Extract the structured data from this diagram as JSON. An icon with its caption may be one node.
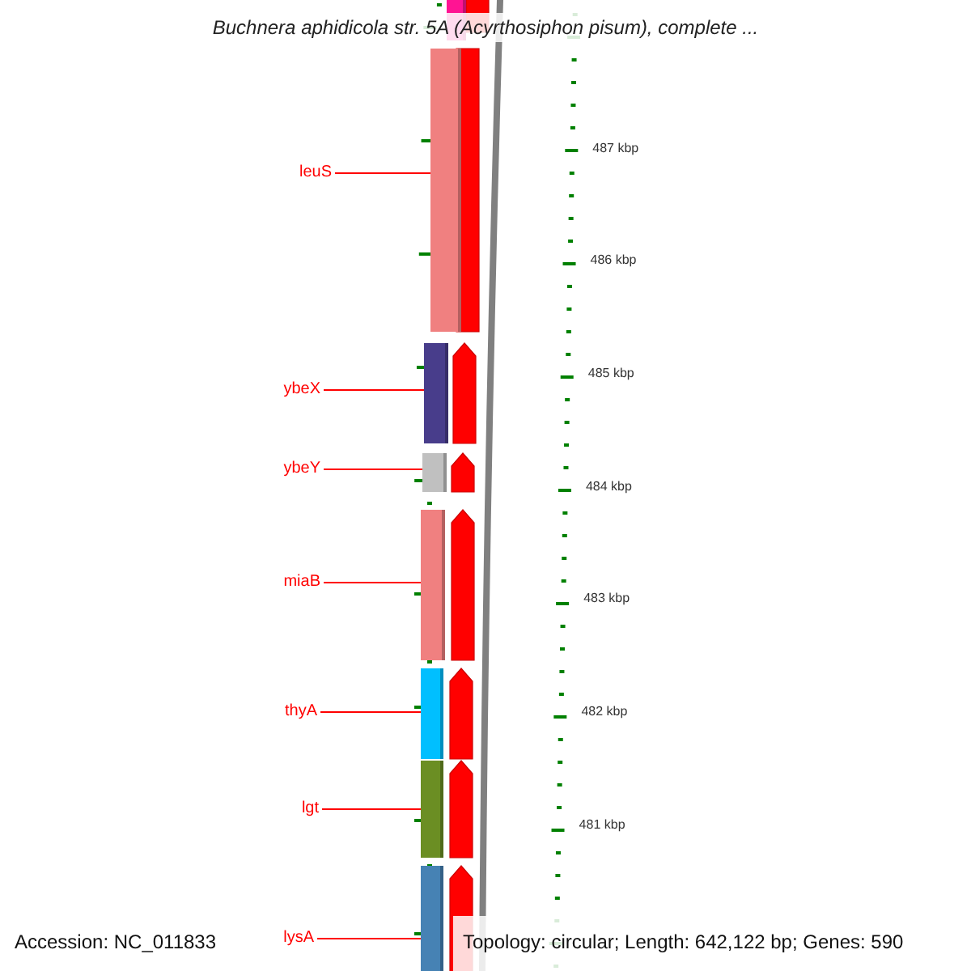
{
  "diagram": {
    "title": "Buchnera aphidicola str. 5A (Acyrthosiphon pisum), complete ...",
    "nodes": [
      {
        "text": [
          "leuS"
        ]
      },
      {
        "text": [
          "ybeX"
        ]
      },
      {
        "text": [
          "ybeY"
        ]
      },
      {
        "text": [
          "miaB"
        ]
      },
      {
        "text": [
          "thyA"
        ]
      },
      {
        "text": [
          "lgt"
        ]
      },
      {
        "text": [
          "lysA"
        ]
      },
      {
        "text": [],
        "shape": "bar"
      },
      {
        "text": [],
        "shape": "bar"
      },
      {
        "text": [],
        "shape": "bar"
      },
      {
        "text": [],
        "shape": "bar"
      },
      {
        "text": [],
        "shape": "bar"
      },
      {
        "text": [],
        "shape": "bar"
      },
      {
        "text": [],
        "shape": "bar"
      },
      {
        "text": [],
        "shape": "bar"
      }
    ],
    "edges": [
      {
        "from": 0,
        "to": 8,
        "arrow": "none"
      },
      {
        "from": 1,
        "to": 9,
        "arrow": "none"
      },
      {
        "from": 2,
        "to": 10,
        "arrow": "none"
      },
      {
        "from": 3,
        "to": 11,
        "arrow": "none"
      },
      {
        "from": 4,
        "to": 12,
        "arrow": "none"
      },
      {
        "from": 5,
        "to": 13,
        "arrow": "none"
      },
      {
        "from": 6,
        "to": 14,
        "arrow": "none"
      }
    ],
    "labels": [
      "487 kbp",
      "486 kbp",
      "485 kbp",
      "484 kbp",
      "483 kbp",
      "482 kbp",
      "481 kbp",
      "Accession: NC_011833",
      "Topology: circular; Length: 642,122 bp; Genes: 590"
    ]
  }
}
